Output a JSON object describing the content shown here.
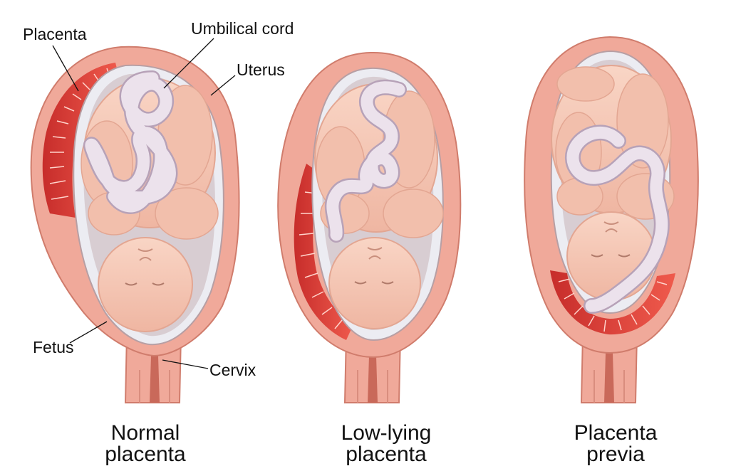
{
  "colors": {
    "background": "#ffffff",
    "uterus_wall": "#f0a99a",
    "uterus_outline": "#d07c6c",
    "placenta": "#e8483f",
    "placenta_dark": "#c72d2b",
    "placenta_lines": "#ffd4cc",
    "amniotic_sac": "#ececf2",
    "cavity_shadow": "#b79fa4",
    "fetus_skin": "#f6c9b7",
    "fetus_shadow": "#e3a692",
    "umbilical_cord": "#ece2ec",
    "cord_outline": "#b7a2b8",
    "cervix_canal": "#c9695a",
    "text": "#111111"
  },
  "labels": {
    "placenta": "Placenta",
    "umbilical_cord": "Umbilical cord",
    "uterus": "Uterus",
    "fetus": "Fetus",
    "cervix": "Cervix"
  },
  "panels": [
    {
      "id": "normal",
      "caption_line1": "Normal",
      "caption_line2": "placenta"
    },
    {
      "id": "low-lying",
      "caption_line1": "Low-lying",
      "caption_line2": "placenta"
    },
    {
      "id": "previa",
      "caption_line1": "Placenta",
      "caption_line2": "previa"
    }
  ]
}
